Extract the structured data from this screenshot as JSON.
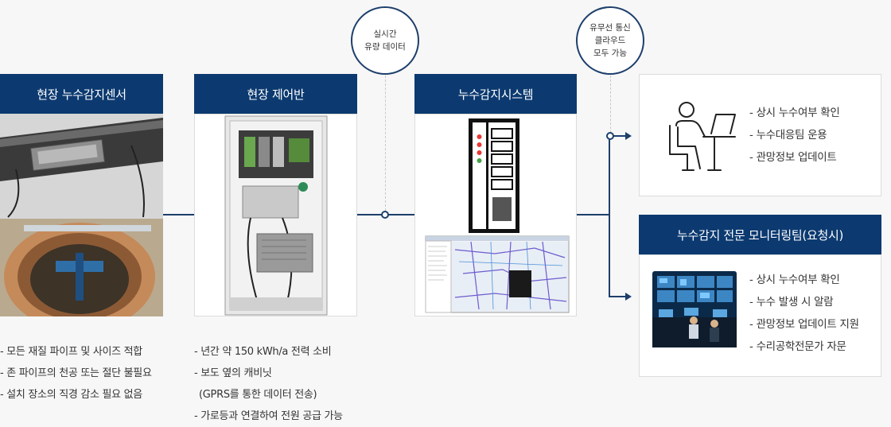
{
  "sensor": {
    "title": "현장 누수감지센서",
    "bullets": [
      "- 모든 재질 파이프 및 사이즈 적합",
      "- 존 파이프의 천공 또는 절단 불필요",
      "- 설치 장소의 직경 감소 필요 없음"
    ]
  },
  "control": {
    "title": "현장 제어반",
    "bullets": [
      "- 년간 약 150 kWh/a 전력 소비",
      "- 보도 옆의 캐비닛",
      "(GPRS를 통한 데이터 전송)",
      "- 가로등과 연결하여 전원 공급 가능"
    ]
  },
  "system": {
    "title": "누수감지시스템"
  },
  "bubbles": {
    "realtime": [
      "실시간",
      "유량 데이터"
    ],
    "comm": [
      "유무선 통신",
      "클라우드",
      "모두 가능"
    ]
  },
  "operator": {
    "bullets": [
      "- 상시 누수여부 확인",
      "- 누수대응팀 운용",
      "- 관망정보 업데이트"
    ]
  },
  "monitoring": {
    "title": "누수감지 전문 모니터링팀(요청시)",
    "bullets": [
      "- 상시 누수여부 확인",
      "- 누수 발생 시 알람",
      "- 관망정보 업데이트 지원",
      "- 수리공학전문가 자문"
    ]
  }
}
